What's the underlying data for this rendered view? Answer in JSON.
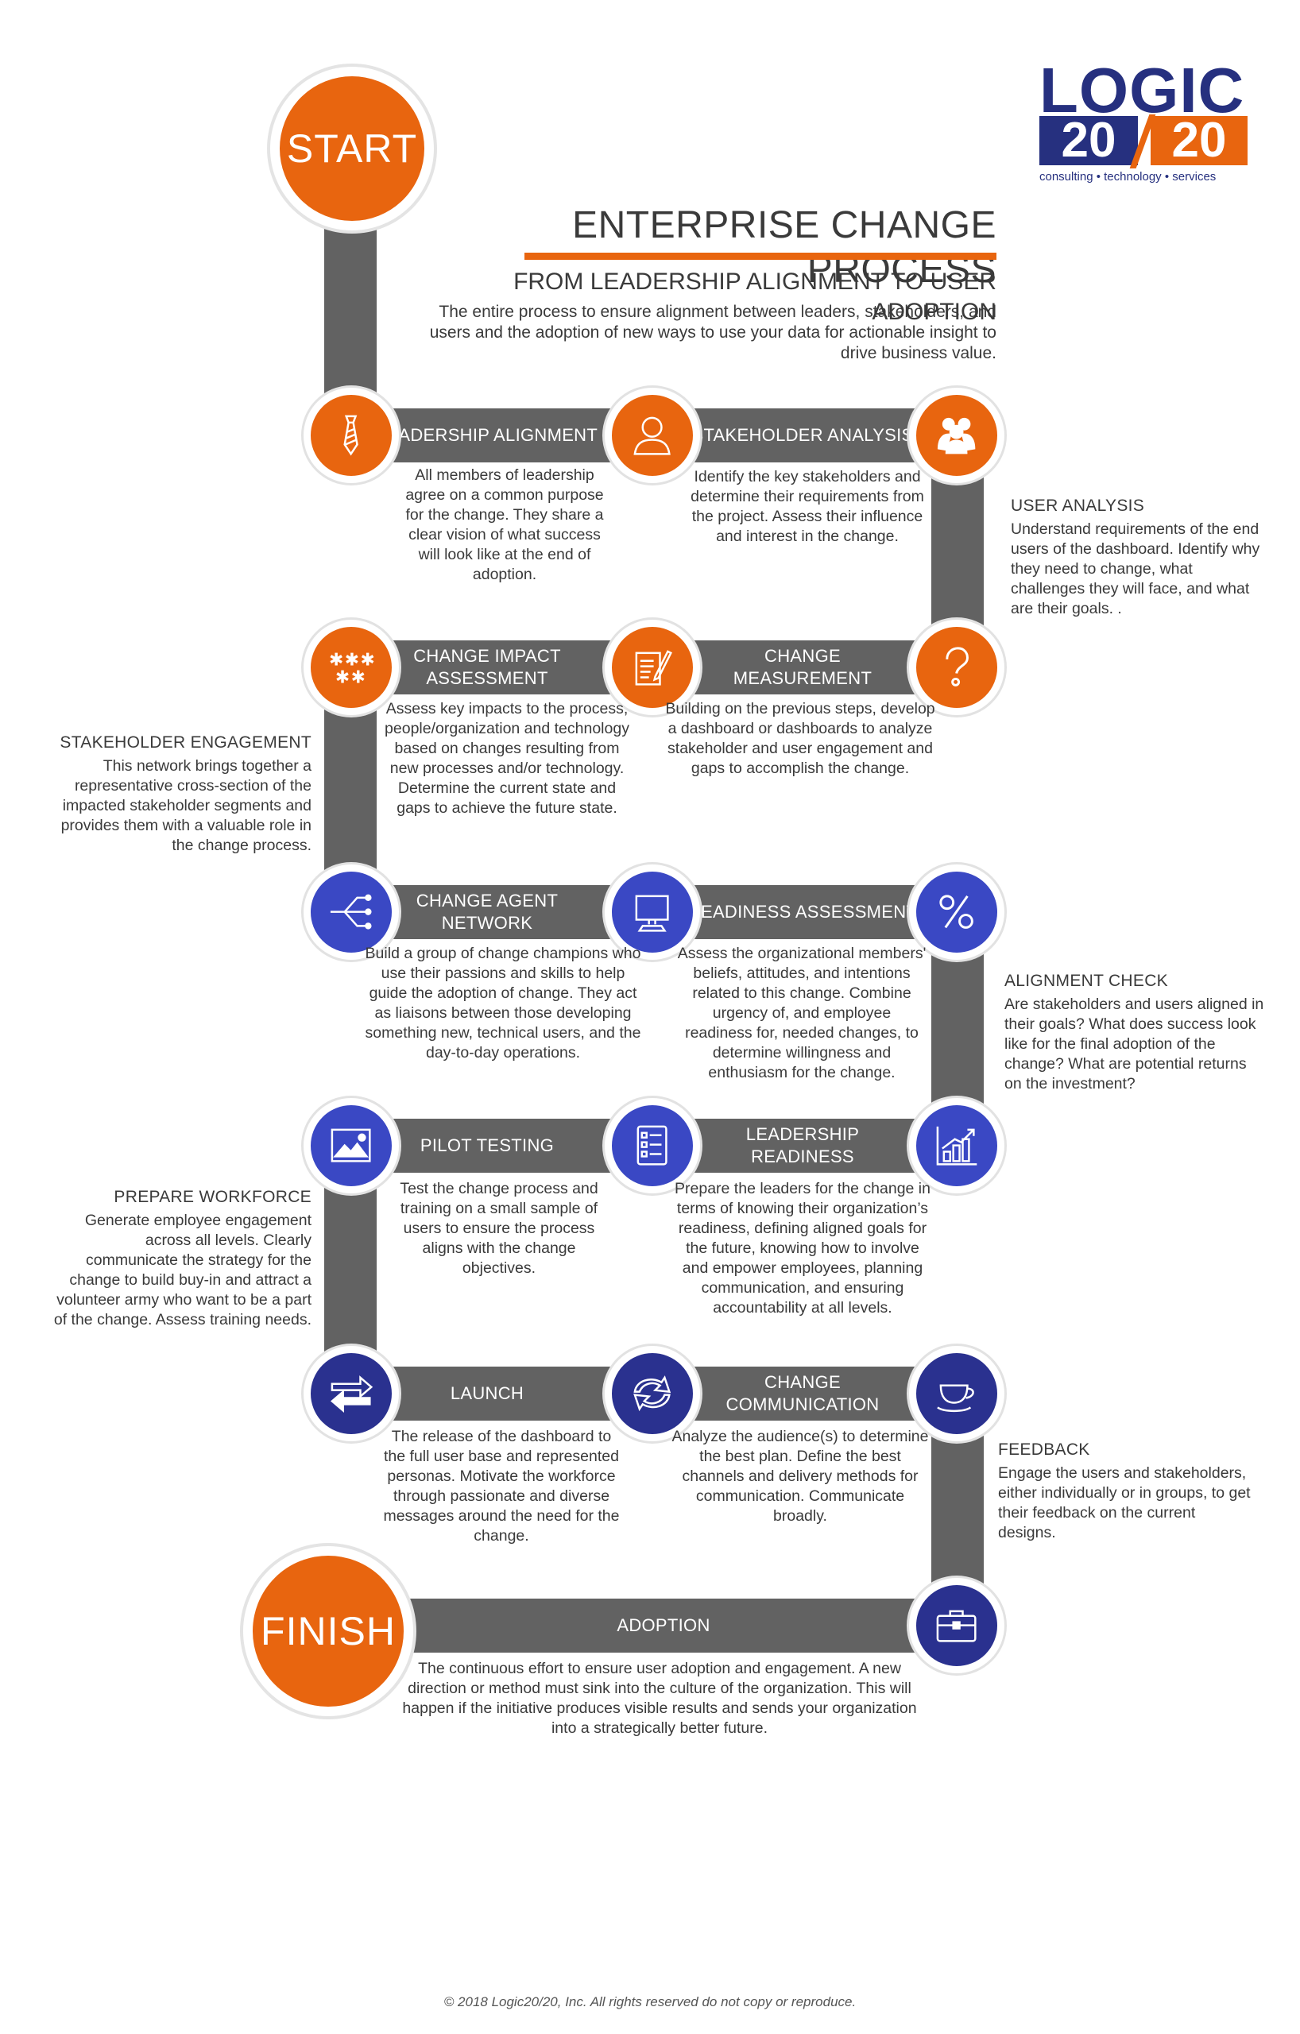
{
  "logo": {
    "line1": "LOGIC",
    "num_left": "20",
    "num_right": "20",
    "tagline": "consulting • technology • services"
  },
  "header": {
    "title": "ENTERPRISE CHANGE PROCESS",
    "subtitle": "FROM LEADERSHIP ALIGNMENT TO USER ADOPTION",
    "intro": "The entire process to ensure alignment between leaders, stakeholders, and users and the adoption of new ways to use your data for actionable insight to drive business value."
  },
  "start_label": "START",
  "finish_label": "FINISH",
  "steps": {
    "leadership_alignment": {
      "label": "LEADERSHIP ALIGNMENT",
      "desc": "All members of leadership agree on a common purpose for the change. They share a clear vision of what success will look like at the end of adoption."
    },
    "stakeholder_analysis": {
      "label": "STAKEHOLDER ANALYSIS",
      "desc": "Identify the key stakeholders and determine their requirements from the project. Assess their influence and interest in the change."
    },
    "user_analysis": {
      "label": "USER ANALYSIS",
      "desc": "Understand requirements of the end users of the dashboard. Identify why they need to change, what challenges they will face, and what are their goals. ."
    },
    "change_impact": {
      "label": "CHANGE IMPACT ASSESSMENT",
      "desc": "Assess key impacts to the process, people/organization and technology based on changes resulting from  new processes and/or technology. Determine the current state and gaps to achieve the future state."
    },
    "change_measurement": {
      "label": "CHANGE MEASUREMENT",
      "desc": "Building on the previous steps, develop a dashboard or dashboards to analyze stakeholder and user engagement and gaps to accomplish the change."
    },
    "stakeholder_engagement": {
      "label": "STAKEHOLDER ENGAGEMENT",
      "desc": "This network brings together a representative cross-section of the impacted stakeholder segments and provides them with a valuable role in the change process."
    },
    "change_agent": {
      "label": "CHANGE AGENT NETWORK",
      "desc": "Build a group of change champions who use their passions and skills to help guide the adoption of change. They act as liaisons between those developing something new, technical users, and the day-to-day operations."
    },
    "readiness": {
      "label": "READINESS ASSESSMENT",
      "desc": "Assess the organizational members' beliefs, attitudes, and intentions related to this change. Combine urgency of, and employee readiness for, needed changes, to determine willingness and enthusiasm for the change."
    },
    "alignment_check": {
      "label": "ALIGNMENT CHECK",
      "desc": "Are stakeholders and users aligned in their goals? What does success look like for the final adoption of the change? What are potential returns on the investment?"
    },
    "pilot": {
      "label": "PILOT TESTING",
      "desc": "Test the change process and training on a small sample of users to ensure the process aligns with the change objectives."
    },
    "leadership_readiness": {
      "label": "LEADERSHIP READINESS",
      "desc": "Prepare the leaders for the change in terms of knowing their organization’s readiness, defining aligned goals for the future, knowing how to involve and empower employees, planning communication, and ensuring accountability at all levels."
    },
    "prepare_workforce": {
      "label": "PREPARE WORKFORCE",
      "desc": "Generate employee engagement across all levels. Clearly communicate the strategy for the change to build buy-in and attract a volunteer army who want to be a part of the change. Assess training needs."
    },
    "launch": {
      "label": "LAUNCH",
      "desc": "The release of the dashboard to the full user base and represented personas. Motivate the workforce through passionate and diverse messages around the need for the change."
    },
    "change_communication": {
      "label": "CHANGE COMMUNICATION",
      "desc": "Analyze the audience(s) to determine the best plan. Define the best channels and delivery methods for communication. Communicate broadly."
    },
    "feedback": {
      "label": "FEEDBACK",
      "desc": "Engage the users and stakeholders, either individually or in groups, to get their feedback on the current designs."
    },
    "adoption": {
      "label": "ADOPTION",
      "desc": "The continuous effort to ensure user adoption and engagement. A new direction or method must sink into the culture of the organization. This will happen if the initiative produces visible results and sends your organization into a strategically better future."
    }
  },
  "footer": "© 2018 Logic20/20, Inc. All rights reserved do not copy or reproduce.",
  "colors": {
    "orange": "#e8650f",
    "blue": "#3a48c4",
    "navy": "#2a318f",
    "track": "#626262",
    "logo_navy": "#26307f"
  },
  "icons": [
    "tie-icon",
    "person-icon",
    "group-icon",
    "stars-icon",
    "document-pen-icon",
    "question-mark-icon",
    "network-icon",
    "monitor-icon",
    "percent-icon",
    "image-icon",
    "checklist-icon",
    "growth-chart-icon",
    "arrows-icon",
    "refresh-arrow-icon",
    "teacup-icon",
    "briefcase-icon"
  ]
}
